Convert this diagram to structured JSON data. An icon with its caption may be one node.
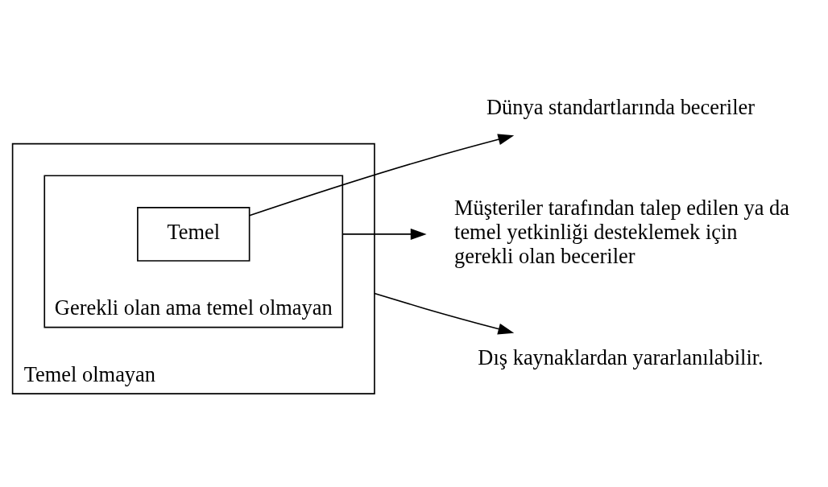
{
  "diagram": {
    "nodes": [
      {
        "text": [
          "Temel olmayan"
        ]
      },
      {
        "text": [
          "Gerekli olan ama temel olmayan"
        ],
        "in": 0
      },
      {
        "text": [
          "Temel"
        ],
        "in": 1
      },
      {
        "text": [
          "Dünya standartlarında beceriler"
        ]
      },
      {
        "text": [
          "Müşteriler tarafından talep edilen ya da temel yetkinliği desteklemek için gerekli olan beceriler"
        ]
      },
      {
        "text": [
          "Dış kaynaklardan yararlanılabilir."
        ]
      }
    ],
    "edges": [
      {
        "from": 2,
        "to": 3,
        "arrow": "to"
      },
      {
        "from": 1,
        "to": 4,
        "arrow": "to"
      },
      {
        "from": 0,
        "to": 5,
        "arrow": "to"
      }
    ]
  }
}
